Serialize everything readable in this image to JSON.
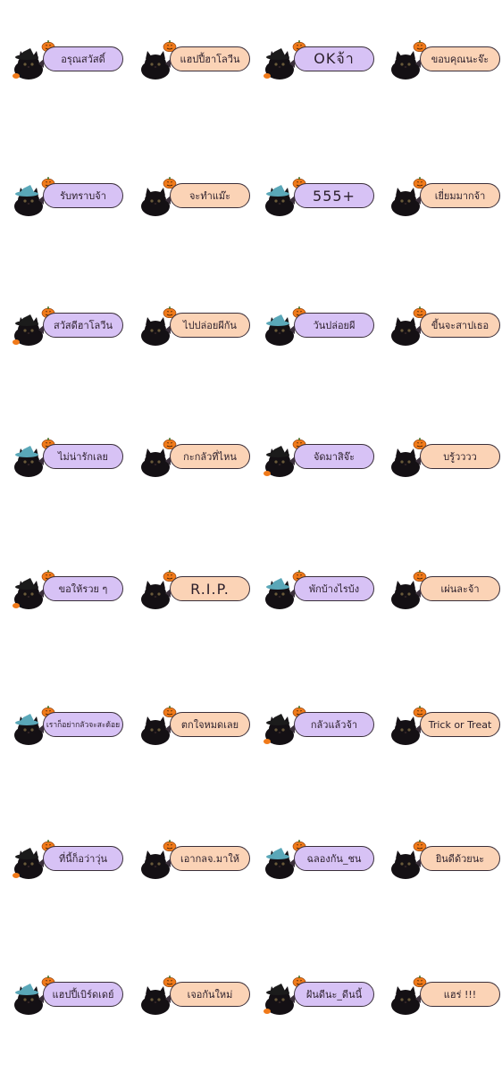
{
  "colors": {
    "background": "#ffffff",
    "bubble_purple": "#d7c2f5",
    "bubble_peach": "#fbd3b6",
    "outline": "#3a2f3a",
    "cat_fur": "#141014",
    "pumpkin": "#f07a1a",
    "hat_black": "#1b1b1b",
    "hat_blue": "#5aa7b8"
  },
  "stickers": [
    {
      "text": "อรุณสวัสดิ์",
      "bubble": "purple",
      "hat": "black",
      "pumpkin_on": "hat"
    },
    {
      "text": "แฮปปี้ฮาโลวีน",
      "bubble": "peach",
      "hat": "none",
      "pumpkin_on": "head"
    },
    {
      "text": "OKจ้า",
      "bubble": "purple",
      "hat": "black",
      "pumpkin_on": "hat",
      "big": true
    },
    {
      "text": "ขอบคุณนะจ๊ะ",
      "bubble": "peach",
      "hat": "none",
      "pumpkin_on": "head"
    },
    {
      "text": "รับทราบจ้า",
      "bubble": "purple",
      "hat": "blue",
      "pumpkin_on": "hat"
    },
    {
      "text": "จะทำแม๊ะ",
      "bubble": "peach",
      "hat": "none",
      "pumpkin_on": "head"
    },
    {
      "text": "555+",
      "bubble": "purple",
      "hat": "blue",
      "pumpkin_on": "hat",
      "big": true
    },
    {
      "text": "เยี่ยมมากจ้า",
      "bubble": "peach",
      "hat": "none",
      "pumpkin_on": "head"
    },
    {
      "text": "สวัสดีฮาโลวีน",
      "bubble": "purple",
      "hat": "black",
      "pumpkin_on": "hat"
    },
    {
      "text": "ไปปล่อยผีกัน",
      "bubble": "peach",
      "hat": "none",
      "pumpkin_on": "head"
    },
    {
      "text": "วันปล่อยผี",
      "bubble": "purple",
      "hat": "blue",
      "pumpkin_on": "hat"
    },
    {
      "text": "ขี้นจะสาปเธอ",
      "bubble": "peach",
      "hat": "none",
      "pumpkin_on": "head"
    },
    {
      "text": "ไม่น่ารักเลย",
      "bubble": "purple",
      "hat": "blue",
      "pumpkin_on": "hat"
    },
    {
      "text": "กะกลัวที่ไหน",
      "bubble": "peach",
      "hat": "none",
      "pumpkin_on": "head"
    },
    {
      "text": "จัดมาสิจ๊ะ",
      "bubble": "purple",
      "hat": "black",
      "pumpkin_on": "hat"
    },
    {
      "text": "บรู้วววว",
      "bubble": "peach",
      "hat": "none",
      "pumpkin_on": "head"
    },
    {
      "text": "ขอให้รวย ๆ",
      "bubble": "purple",
      "hat": "black",
      "pumpkin_on": "hat"
    },
    {
      "text": "R.I.P.",
      "bubble": "peach",
      "hat": "none",
      "pumpkin_on": "head",
      "big": true
    },
    {
      "text": "พักบ้างไรบ้ง",
      "bubble": "purple",
      "hat": "blue",
      "pumpkin_on": "hat"
    },
    {
      "text": "เผ่นละจ้า",
      "bubble": "peach",
      "hat": "none",
      "pumpkin_on": "head"
    },
    {
      "text": "เราก็อย่ากลัวจะสะด้อย",
      "bubble": "purple",
      "hat": "blue",
      "pumpkin_on": "hat",
      "tiny": true
    },
    {
      "text": "ตกใจหมดเลย",
      "bubble": "peach",
      "hat": "none",
      "pumpkin_on": "head"
    },
    {
      "text": "กลัวแล้วจ้า",
      "bubble": "purple",
      "hat": "black",
      "pumpkin_on": "hat"
    },
    {
      "text": "Trick or Treat",
      "bubble": "peach",
      "hat": "none",
      "pumpkin_on": "head"
    },
    {
      "text": "ที่นี้ก็อว่าวุ่น",
      "bubble": "purple",
      "hat": "black",
      "pumpkin_on": "hat"
    },
    {
      "text": "เอากลจ.มาให้",
      "bubble": "peach",
      "hat": "none",
      "pumpkin_on": "head"
    },
    {
      "text": "ฉลองกัน_ชน",
      "bubble": "purple",
      "hat": "blue",
      "pumpkin_on": "hat"
    },
    {
      "text": "ยินดีด้วยนะ",
      "bubble": "peach",
      "hat": "none",
      "pumpkin_on": "head"
    },
    {
      "text": "แฮปปี้เบิร์ดเดย์",
      "bubble": "purple",
      "hat": "blue",
      "pumpkin_on": "hat"
    },
    {
      "text": "เจอกันใหม่",
      "bubble": "peach",
      "hat": "none",
      "pumpkin_on": "head"
    },
    {
      "text": "ฝันดีนะ_ดีนนี้",
      "bubble": "purple",
      "hat": "black",
      "pumpkin_on": "hat"
    },
    {
      "text": "แฮร่ !!!",
      "bubble": "peach",
      "hat": "none",
      "pumpkin_on": "head"
    }
  ]
}
